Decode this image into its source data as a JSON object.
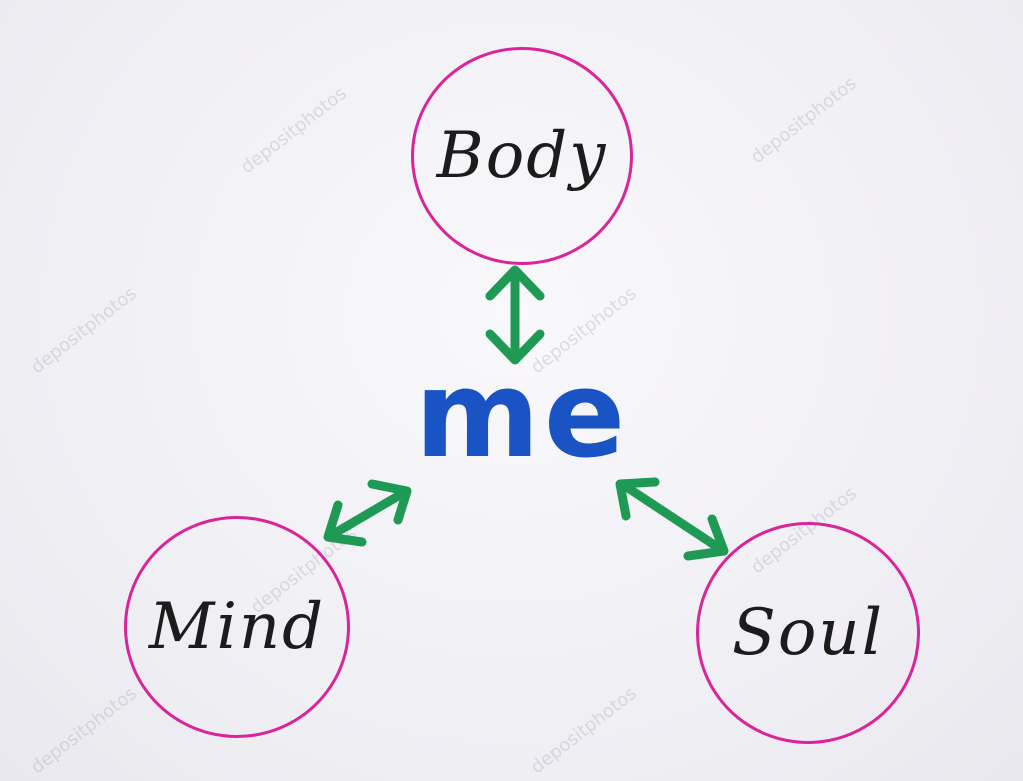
{
  "diagram": {
    "center": {
      "label": "me",
      "color": "#1a53c4"
    },
    "nodes": [
      {
        "id": "body",
        "label": "Body"
      },
      {
        "id": "mind",
        "label": "Mind"
      },
      {
        "id": "soul",
        "label": "Soul"
      }
    ],
    "edges": [
      {
        "from": "me",
        "to": "body",
        "type": "bidirectional"
      },
      {
        "from": "me",
        "to": "mind",
        "type": "bidirectional"
      },
      {
        "from": "me",
        "to": "soul",
        "type": "bidirectional"
      }
    ],
    "colors": {
      "circle": "#d9249b",
      "arrow": "#1e9a55",
      "text": "#1c1c1c",
      "center_text": "#1a53c4",
      "background": "#f3f2f6"
    }
  },
  "watermark": "depositphotos"
}
